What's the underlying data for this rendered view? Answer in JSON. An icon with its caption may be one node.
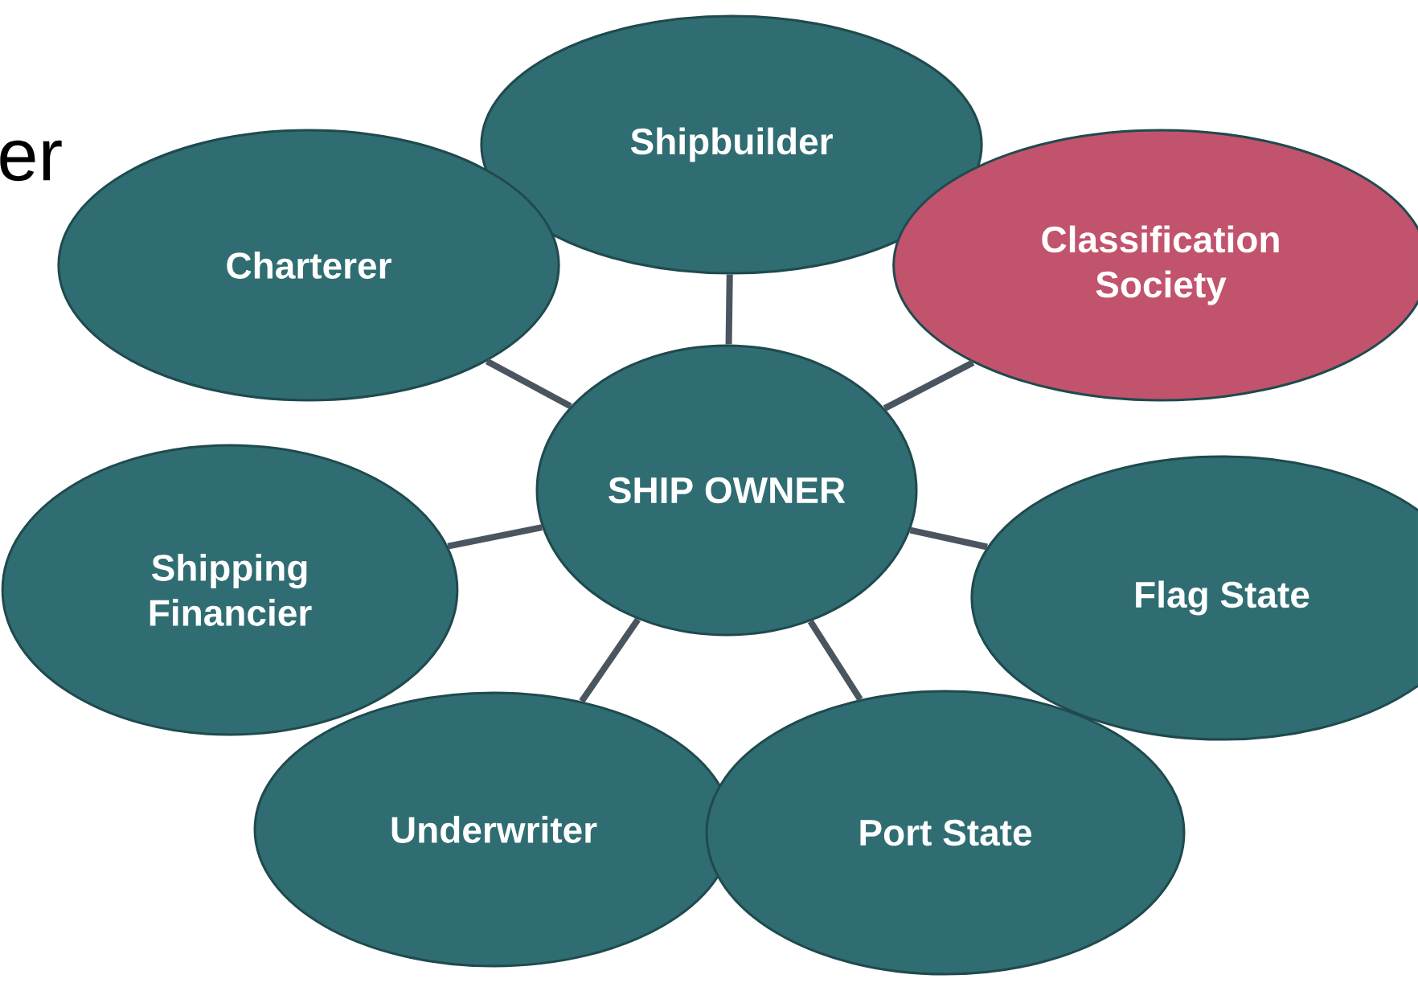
{
  "diagram": {
    "nodes": [
      {
        "text": [
          "Shipbuilder"
        ]
      },
      {
        "text": [
          "Charterer"
        ]
      },
      {
        "text": [
          "Classification Society"
        ]
      },
      {
        "text": [
          "SHIP OWNER"
        ]
      },
      {
        "text": [
          "Shipping Financier"
        ]
      },
      {
        "text": [
          "Flag State"
        ]
      },
      {
        "text": [
          "Underwriter"
        ]
      },
      {
        "text": [
          "Port State"
        ]
      }
    ],
    "edges": [
      {
        "from": 3,
        "to": 0,
        "arrow": "none"
      },
      {
        "from": 3,
        "to": 1,
        "arrow": "none"
      },
      {
        "from": 3,
        "to": 2,
        "arrow": "none"
      },
      {
        "from": 3,
        "to": 4,
        "arrow": "none"
      },
      {
        "from": 3,
        "to": 5,
        "arrow": "none"
      },
      {
        "from": 3,
        "to": 6,
        "arrow": "none"
      },
      {
        "from": 3,
        "to": 7,
        "arrow": "none"
      }
    ],
    "labels": [
      "er"
    ]
  }
}
